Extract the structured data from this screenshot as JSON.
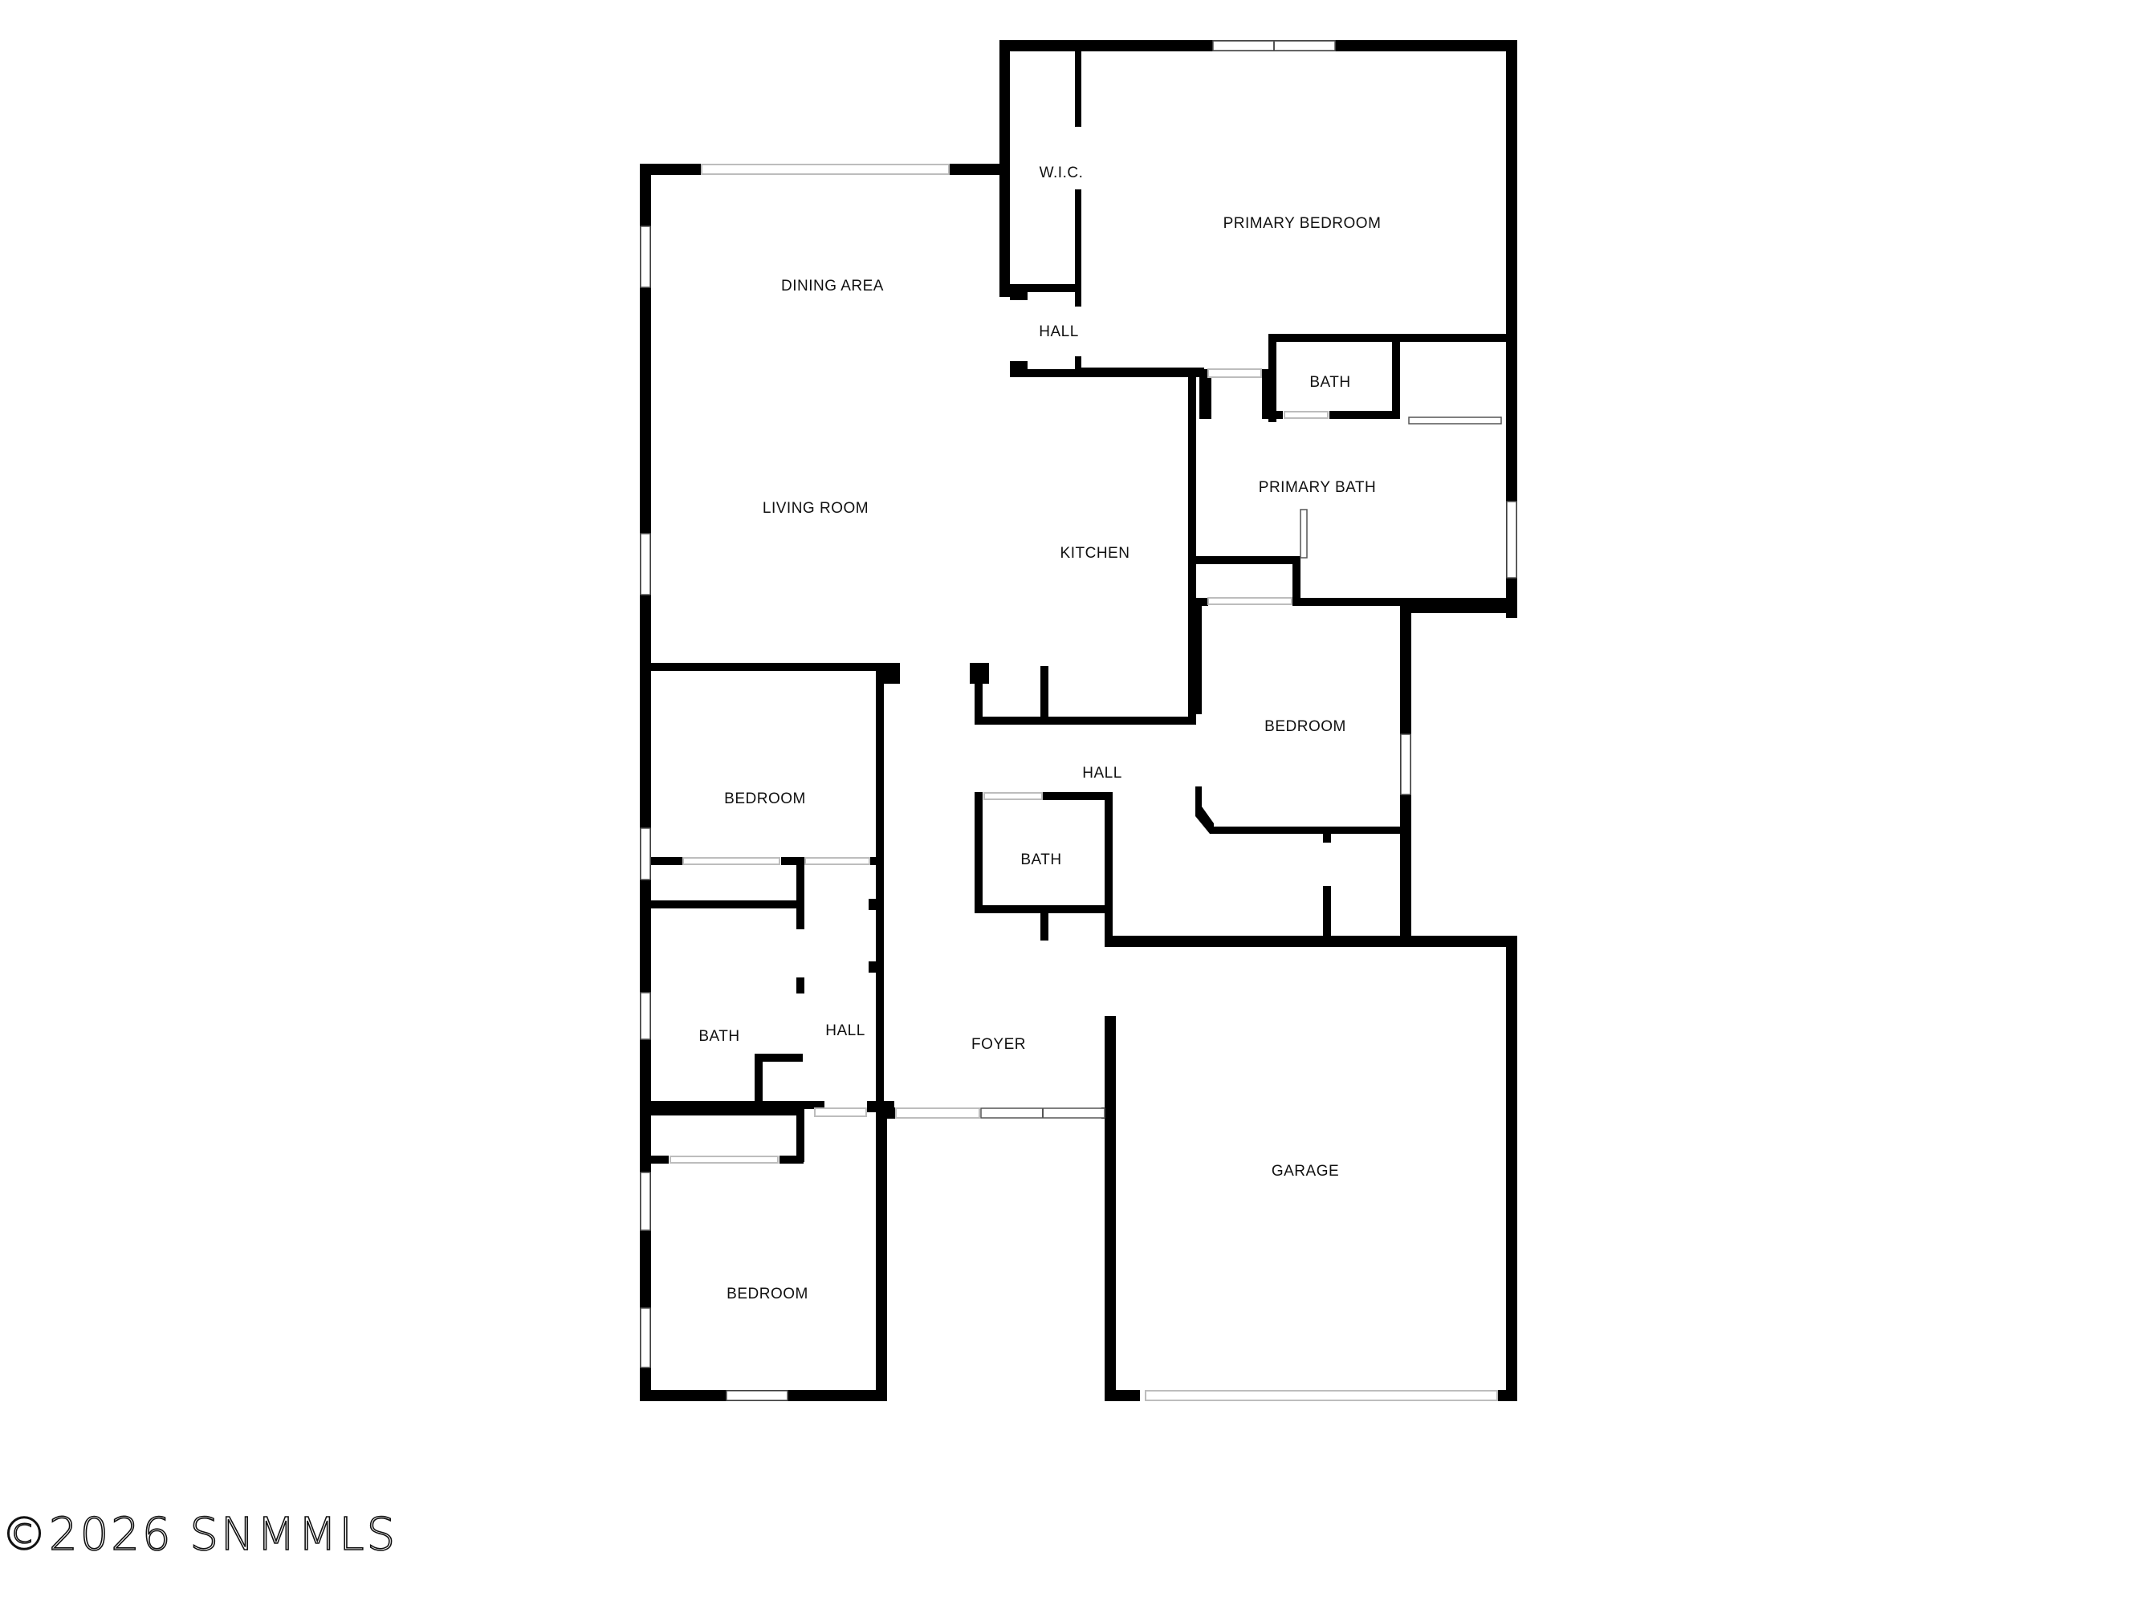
{
  "floorplan": {
    "rooms": [
      {
        "id": "wic",
        "label": "W.I.C."
      },
      {
        "id": "primary-bedroom",
        "label": "PRIMARY BEDROOM"
      },
      {
        "id": "dining-area",
        "label": "DINING AREA"
      },
      {
        "id": "hall-upper",
        "label": "HALL"
      },
      {
        "id": "bath-primary-wc",
        "label": "BATH"
      },
      {
        "id": "primary-bath",
        "label": "PRIMARY BATH"
      },
      {
        "id": "living-room",
        "label": "LIVING ROOM"
      },
      {
        "id": "kitchen",
        "label": "KITCHEN"
      },
      {
        "id": "bedroom-right",
        "label": "BEDROOM"
      },
      {
        "id": "hall-center",
        "label": "HALL"
      },
      {
        "id": "bedroom-left-top",
        "label": "BEDROOM"
      },
      {
        "id": "bath-center",
        "label": "BATH"
      },
      {
        "id": "bath-left",
        "label": "BATH"
      },
      {
        "id": "hall-left",
        "label": "HALL"
      },
      {
        "id": "foyer",
        "label": "FOYER"
      },
      {
        "id": "garage",
        "label": "GARAGE"
      },
      {
        "id": "bedroom-left-bottom",
        "label": "BEDROOM"
      }
    ],
    "colors": {
      "wall": "#000000",
      "background": "#ffffff",
      "opening_line": "#bdbdbd"
    }
  },
  "watermark": {
    "text": "©2026 SNMMLS"
  }
}
